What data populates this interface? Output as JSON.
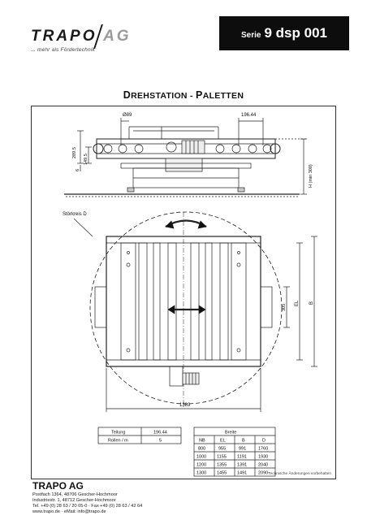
{
  "header": {
    "logo_brand": "TRAPO",
    "logo_suffix": "AG",
    "logo_tagline": "... mehr als Fördertechnik",
    "serie_label": "Serie",
    "serie_code": "9 dsp 001"
  },
  "title": {
    "first_letter_1": "D",
    "rest_1": "REHSTATION - ",
    "first_letter_2": "P",
    "rest_2": "ALETTEN"
  },
  "drawing": {
    "dims_side": {
      "d89": "Ø89",
      "d19644": "196.44",
      "d2895": "289.5",
      "d1495": "149.5",
      "d6": "6",
      "hmin": "H (min 300)"
    },
    "dims_top": {
      "stoerkreis": "Störkreis D",
      "d305": "305",
      "el": "EL",
      "b": "B",
      "d1389": "1389"
    },
    "table_left": {
      "rows": [
        [
          "Teilung",
          "196.44"
        ],
        [
          "Rollen / m",
          "5"
        ]
      ]
    },
    "table_right": {
      "caption": "Breite",
      "headers": [
        "NB",
        "EL",
        "B",
        "D"
      ],
      "rows": [
        [
          "800",
          "955",
          "991",
          "1760"
        ],
        [
          "1000",
          "1155",
          "1191",
          "1930"
        ],
        [
          "1200",
          "1355",
          "1391",
          "2040"
        ],
        [
          "1300",
          "1455",
          "1491",
          "2090"
        ]
      ]
    }
  },
  "note": "Technische Änderungen vorbehalten",
  "footer": {
    "company": "TRAPO AG",
    "address_1": "Postfach 1364, 48706 Gescher-Hochmoor",
    "address_2": "Industriestr. 1, 48712 Gescher-Hochmoor",
    "phone": "Tel. +49 (0) 28 63 / 20 05-0 · Fax +49 (0) 28 63 / 42 64",
    "web": "www.trapo.de · eMail: info@trapo.de"
  }
}
